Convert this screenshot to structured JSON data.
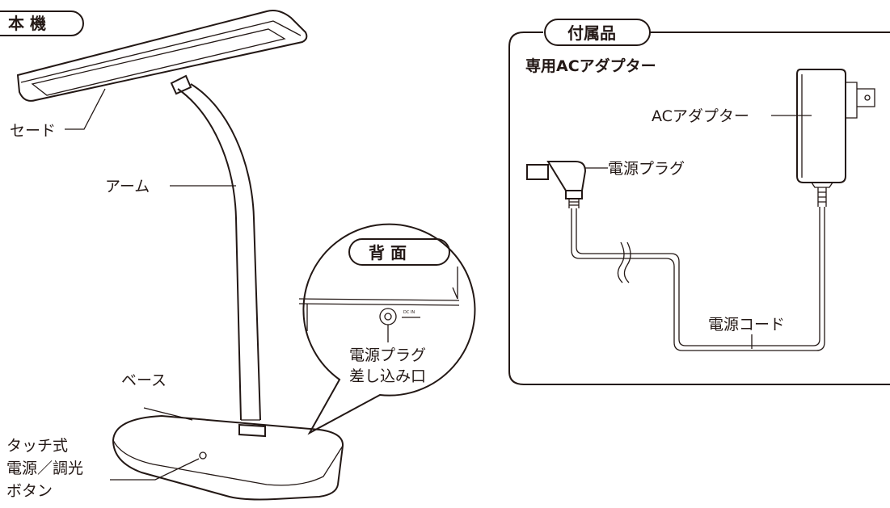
{
  "main_unit": {
    "tag": "本 機",
    "shade_label": "セード",
    "arm_label": "アーム",
    "base_label": "ベース",
    "touch_button_label": [
      "タッチ式",
      "電源／調光",
      "ボタン"
    ]
  },
  "rear_view": {
    "tag": "背 面",
    "dc_in_mark": "DC IN",
    "jack_label": [
      "電源プラグ",
      "差し込み口"
    ]
  },
  "accessories": {
    "tag": "付属品",
    "subtitle": "専用ACアダプター",
    "adapter_label": "ACアダプター",
    "plug_label": "電源プラグ",
    "cord_label": "電源コード"
  }
}
